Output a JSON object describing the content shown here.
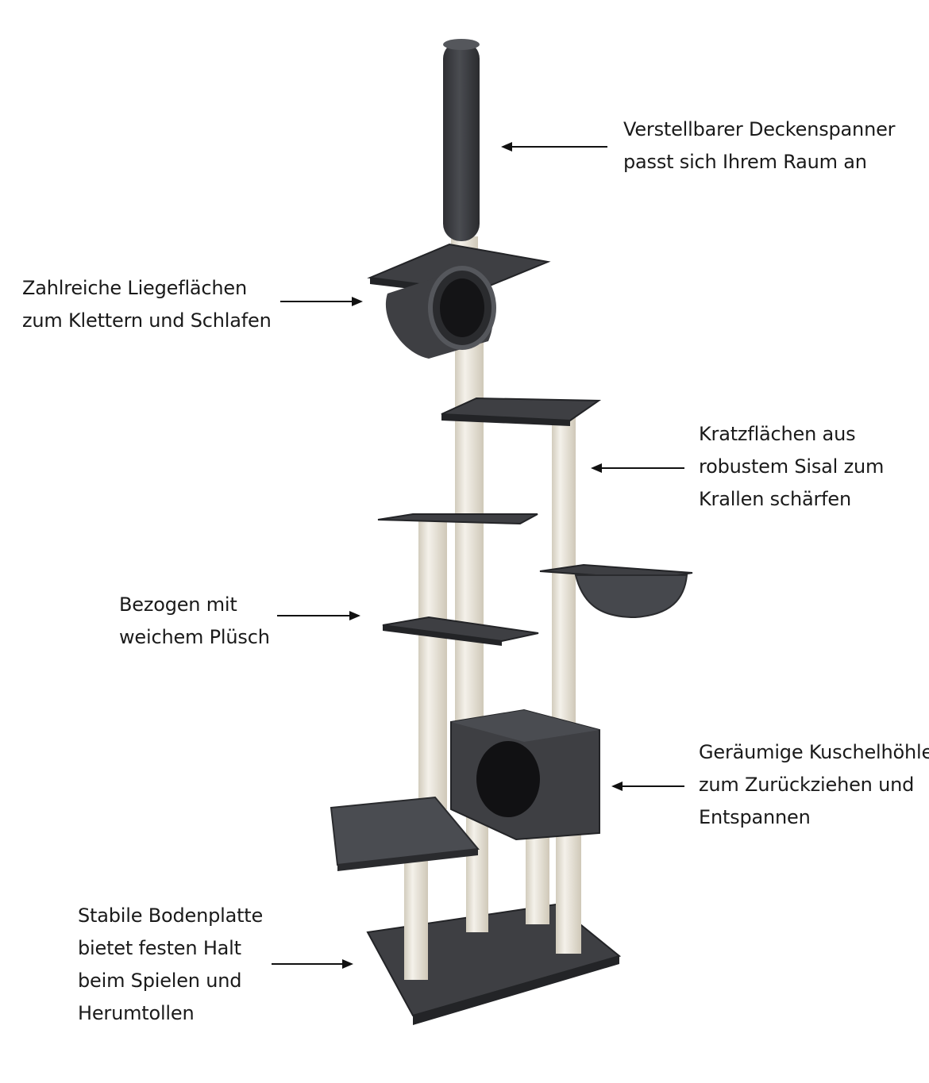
{
  "colors": {
    "plush": "#3e3f43",
    "plush_dark": "#232427",
    "plush_light": "#55575c",
    "sisal": "#ece8dd",
    "sisal_shade": "#d2ccbd",
    "text": "#1a1a1a",
    "arrow": "#111111"
  },
  "annotations": [
    {
      "lines": [
        "Verstellbarer Deckenspanner",
        "passt sich Ihrem Raum an"
      ],
      "arrow_direction": "left"
    },
    {
      "lines": [
        "Zahlreiche Liegeflächen",
        "zum Klettern und Schlafen"
      ],
      "arrow_direction": "right"
    },
    {
      "lines": [
        "Kratzflächen aus",
        "robustem Sisal zum",
        "Krallen schärfen"
      ],
      "arrow_direction": "left"
    },
    {
      "lines": [
        "Bezogen mit",
        "weichem Plüsch"
      ],
      "arrow_direction": "right"
    },
    {
      "lines": [
        "Geräumige Kuschelhöhle",
        "zum Zurückziehen und",
        "Entspannen"
      ],
      "arrow_direction": "left"
    },
    {
      "lines": [
        "Stabile Bodenplatte",
        "bietet festen Halt",
        "beim Spielen und",
        "Herumtollen"
      ],
      "arrow_direction": "right"
    }
  ]
}
